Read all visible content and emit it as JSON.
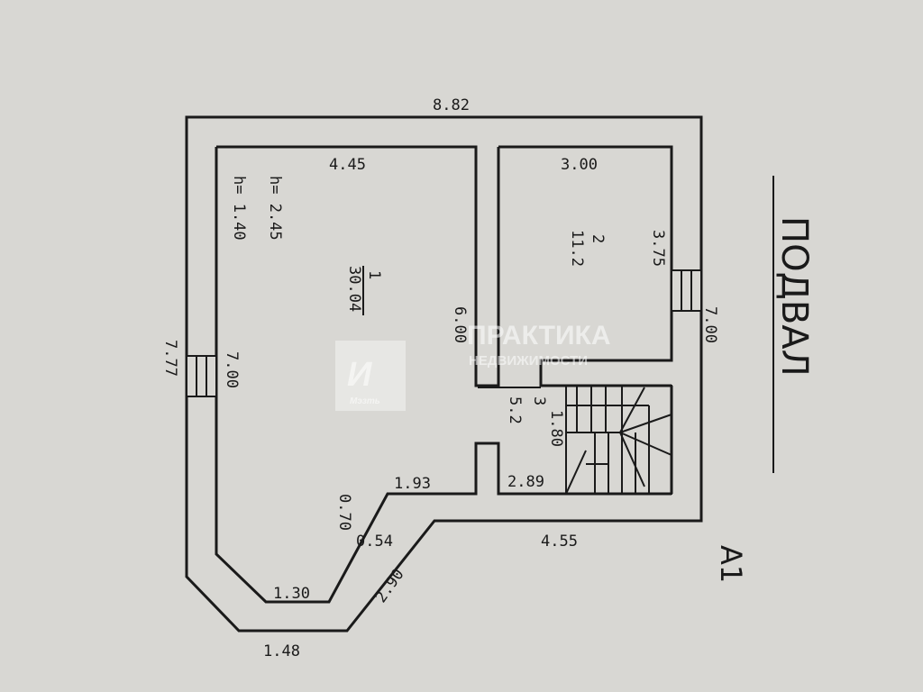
{
  "plan": {
    "title": "ПОДВАЛ",
    "sheet": "А1",
    "overall_width": "8.82",
    "left_height": "7.77",
    "right_height": "7.00",
    "bottom_width": "4.55",
    "bottom_left": "1.48",
    "rooms": [
      {
        "number": "1",
        "area": "30.04",
        "width": "4.45",
        "length": "7.00",
        "inner_wall": "6.00",
        "height_1": "h= 2.45",
        "height_2": "h= 1.40",
        "step_left": "1.93",
        "notch": "0.70",
        "corner": "0.54",
        "bottom": "1.30",
        "diagonal": "2.90"
      },
      {
        "number": "2",
        "area": "11.2",
        "width": "3.00",
        "length": "3.75"
      },
      {
        "number": "3",
        "area": "5.2",
        "width": "2.89",
        "length": "1.80"
      }
    ]
  },
  "watermark": {
    "line1": "ПРАКТИКА",
    "line2": "НЕДВИЖИМОСТИ",
    "logo_text": "Мэзть"
  }
}
